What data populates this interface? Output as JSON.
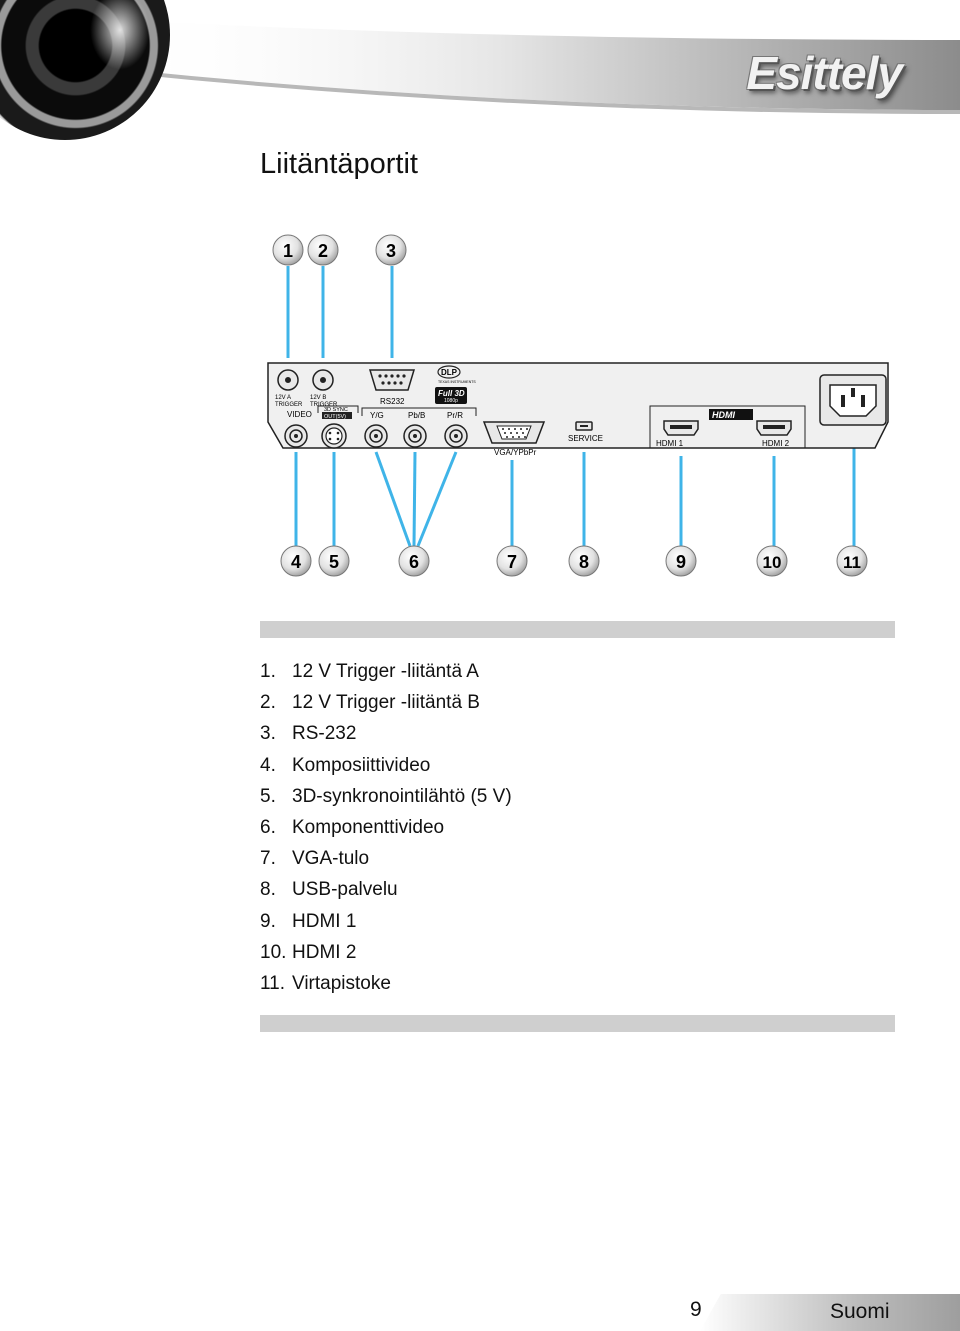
{
  "header": {
    "section": "Esittely"
  },
  "page": {
    "title": "Liitäntäportit"
  },
  "diagram": {
    "callouts_top": [
      "1",
      "2",
      "3"
    ],
    "callouts_bottom": [
      "4",
      "5",
      "6",
      "7",
      "8",
      "9",
      "10",
      "11"
    ],
    "panel_labels": {
      "trig_a_1": "12V A",
      "trig_a_2": "TRIGGER",
      "trig_b_1": "12V B",
      "trig_b_2": "TRIGGER",
      "rs232": "RS232",
      "dlp": "DLP",
      "ti": "TEXAS INSTRUMENTS",
      "full3d": "Full 3D",
      "res": "1080p",
      "video": "VIDEO",
      "sync_1": "3D SYNC",
      "sync_2": "OUT(5V)",
      "yg": "Y/G",
      "pbb": "Pb/B",
      "prr": "Pr/R",
      "vga": "VGA/YPbPr",
      "service": "SERVICE",
      "hdmi_logo": "HDMI",
      "hdmi1": "HDMI 1",
      "hdmi2": "HDMI 2"
    }
  },
  "ports": [
    {
      "num": "1.",
      "label": "12 V Trigger -liitäntä A"
    },
    {
      "num": "2.",
      "label": "12 V Trigger -liitäntä B"
    },
    {
      "num": "3.",
      "label": "RS-232"
    },
    {
      "num": "4.",
      "label": "Komposiittivideo"
    },
    {
      "num": "5.",
      "label": "3D-synkronointilähtö (5 V)"
    },
    {
      "num": "6.",
      "label": "Komponenttivideo"
    },
    {
      "num": "7.",
      "label": "VGA-tulo"
    },
    {
      "num": "8.",
      "label": "USB-palvelu"
    },
    {
      "num": "9.",
      "label": "HDMI 1"
    },
    {
      "num": "10.",
      "label": "HDMI 2"
    },
    {
      "num": "11.",
      "label": "Virtapistoke"
    }
  ],
  "footer": {
    "page_number": "9",
    "language": "Suomi"
  }
}
